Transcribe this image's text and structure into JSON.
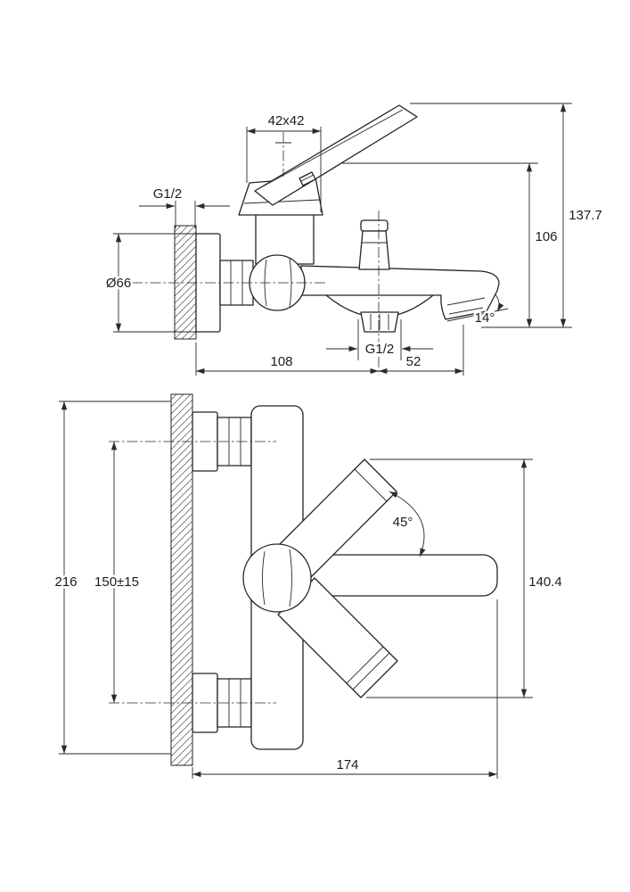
{
  "colors": {
    "background": "#ffffff",
    "line": "#232323",
    "text": "#1c1c1c"
  },
  "side_view": {
    "cartridge_square": "42x42",
    "inlet_thread": "G1/2",
    "escutcheon_diameter": "Ø66",
    "overall_height": "137.7",
    "body_height": "106",
    "spout_tilt_angle": "14°",
    "outlet_thread": "G1/2",
    "wall_to_outlet": "108",
    "outlet_to_spout_tip": "52"
  },
  "front_view": {
    "overall_length": "216",
    "connection_centers": "150±15",
    "handle_angle": "45°",
    "handle_to_spout_span": "140.4",
    "wall_projection": "174"
  }
}
